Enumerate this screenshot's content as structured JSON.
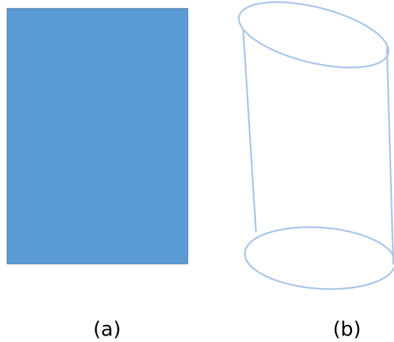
{
  "panels": [
    {
      "label": "(a)",
      "shape": "rectangle",
      "fill_color": "#5b9bd5",
      "stroke_color": "#41719c"
    },
    {
      "label": "(b)",
      "shape": "cylinder-outline",
      "fill_color": "none",
      "stroke_color": "#a9c6ea"
    }
  ],
  "colors": {
    "background": "#ffffff",
    "text": "#000000"
  }
}
